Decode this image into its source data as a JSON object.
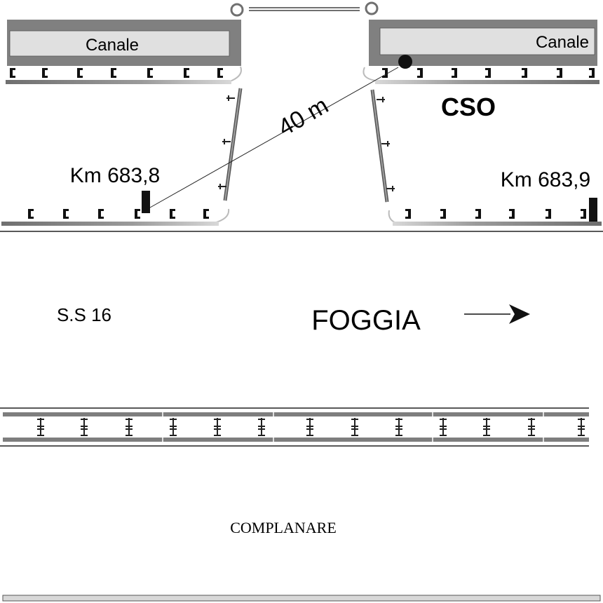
{
  "labels": {
    "canale_left": "Canale",
    "canale_right": "Canale",
    "cso": "CSO",
    "distance": "40 m",
    "km_left": "Km 683,8",
    "km_right": "Km 683,9",
    "road": "S.S 16",
    "direction": "FOGGIA",
    "complanare": "COMPLANARE"
  },
  "colors": {
    "canal_fill": "#e0e0e0",
    "canal_frame": "#808080",
    "rail": "#8a8a8a",
    "marker": "#111111"
  }
}
